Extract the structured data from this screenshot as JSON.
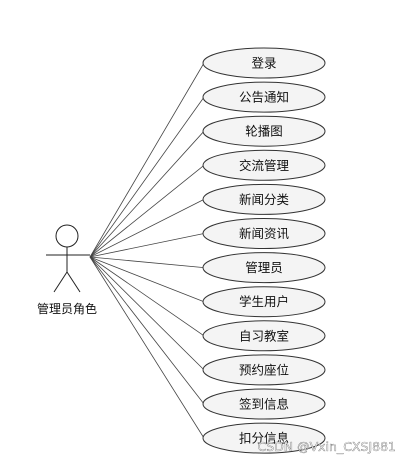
{
  "actor": {
    "label": "管理员角色"
  },
  "use_cases": [
    {
      "label": "登录"
    },
    {
      "label": "公告通知"
    },
    {
      "label": "轮播图"
    },
    {
      "label": "交流管理"
    },
    {
      "label": "新闻分类"
    },
    {
      "label": "新闻资讯"
    },
    {
      "label": "管理员"
    },
    {
      "label": "学生用户"
    },
    {
      "label": "自习教室"
    },
    {
      "label": "预约座位"
    },
    {
      "label": "签到信息"
    },
    {
      "label": "扣分信息"
    }
  ],
  "watermark": "CSDN @Vxin_CXSJ881"
}
